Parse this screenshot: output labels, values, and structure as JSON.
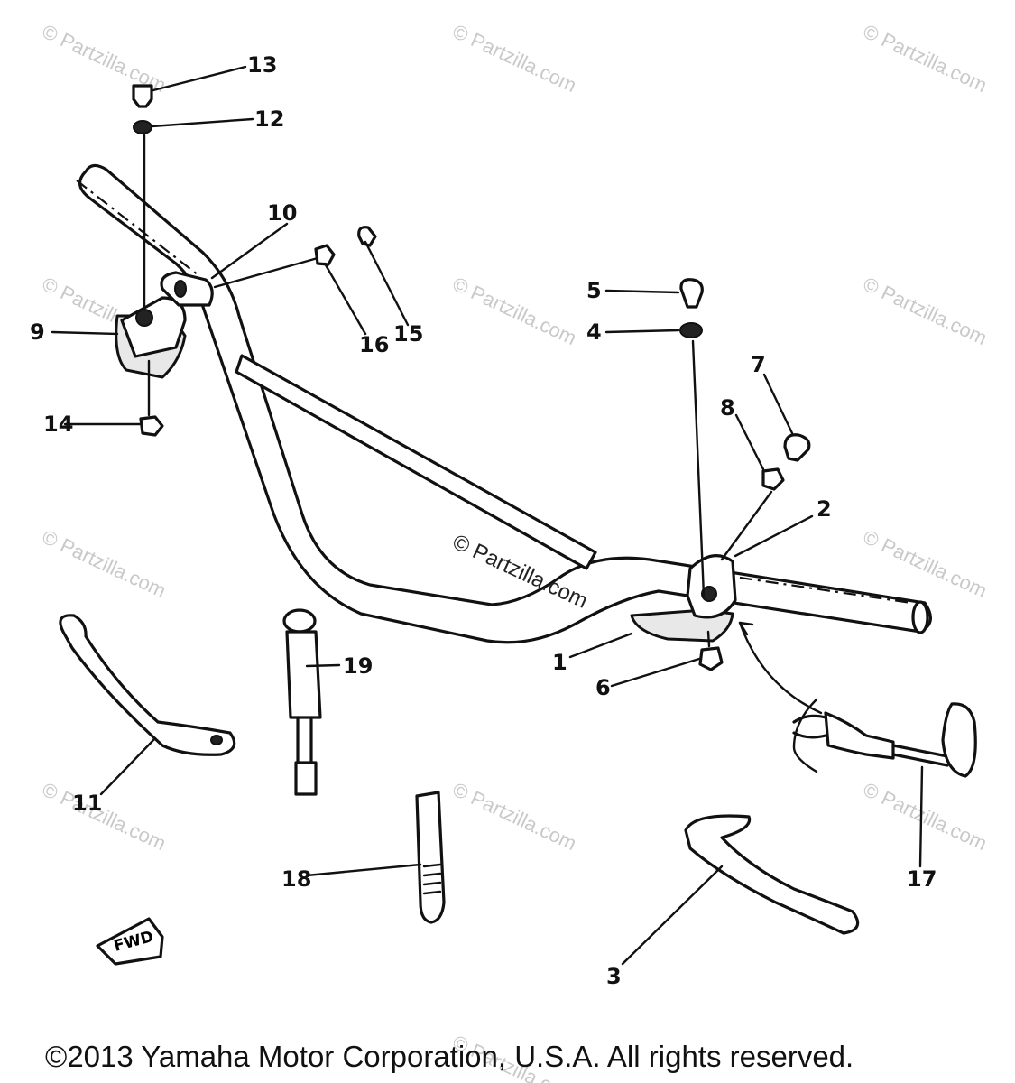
{
  "callouts": [
    "1",
    "2",
    "3",
    "4",
    "5",
    "6",
    "7",
    "8",
    "9",
    "10",
    "11",
    "12",
    "13",
    "14",
    "15",
    "16",
    "17",
    "18",
    "19"
  ],
  "watermark": "© Partzilla.com",
  "copyright": "©2013  Yamaha Motor Corporation, U.S.A. All rights reserved.",
  "fwd_label": "FWD"
}
